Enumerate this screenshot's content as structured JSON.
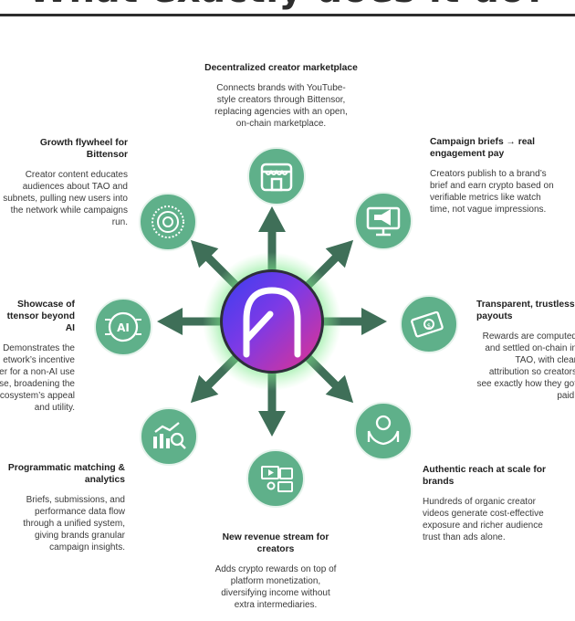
{
  "banner": "What exactly does it do?",
  "blocks": {
    "top": {
      "title": "Decentralized creator marketplace",
      "body": "Connects brands with YouTube-style creators through Bittensor, replacing agencies with an open, on-chain marketplace."
    },
    "campaign": {
      "title": "Campaign briefs → real engagement pay",
      "body": "Creators publish to a brand’s brief and earn crypto based on verifiable metrics like watch time, not vague impressions."
    },
    "payouts": {
      "title": "Transparent, trustless payouts",
      "body": "Rewards are computed and settled on-chain in TAO, with clear attribution so creators see exactly how they got paid."
    },
    "reach": {
      "title": "Authentic reach at scale for brands",
      "body": "Hundreds of organic creator videos generate cost-effective exposure and richer audience trust than ads alone."
    },
    "revenue": {
      "title": "New revenue stream for creators",
      "body": "Adds crypto rewards on top of platform monetization, diversifying income without extra intermediaries."
    },
    "matching": {
      "title": "Programmatic matching & analytics",
      "body": "Briefs, submissions, and performance data flow through a unified system, giving brands granular campaign insights."
    },
    "showcase": {
      "title": "Showcase of ttensor beyond AI",
      "body": "Demonstrates the etwork’s incentive er for a non-AI use se, broadening the cosystem’s appeal and utility."
    },
    "flywheel": {
      "title": "Growth flywheel for Bittensor",
      "body": "Creator content educates audiences about TAO and subnets, pulling new users into the network while campaigns run."
    }
  },
  "icons": {
    "top": "storefront-icon",
    "campaign": "megaphone-monitor-icon",
    "payouts": "cash-icon",
    "reach": "hands-medal-icon",
    "revenue": "media-gallery-icon",
    "matching": "analytics-icon",
    "showcase": "ai-brain-icon",
    "flywheel": "concentric-circles-icon",
    "center": "logo-mark-icon"
  },
  "colors": {
    "accent": "#5fb08a",
    "arrow": "#3f6f58",
    "glow": "#6fe07c"
  }
}
